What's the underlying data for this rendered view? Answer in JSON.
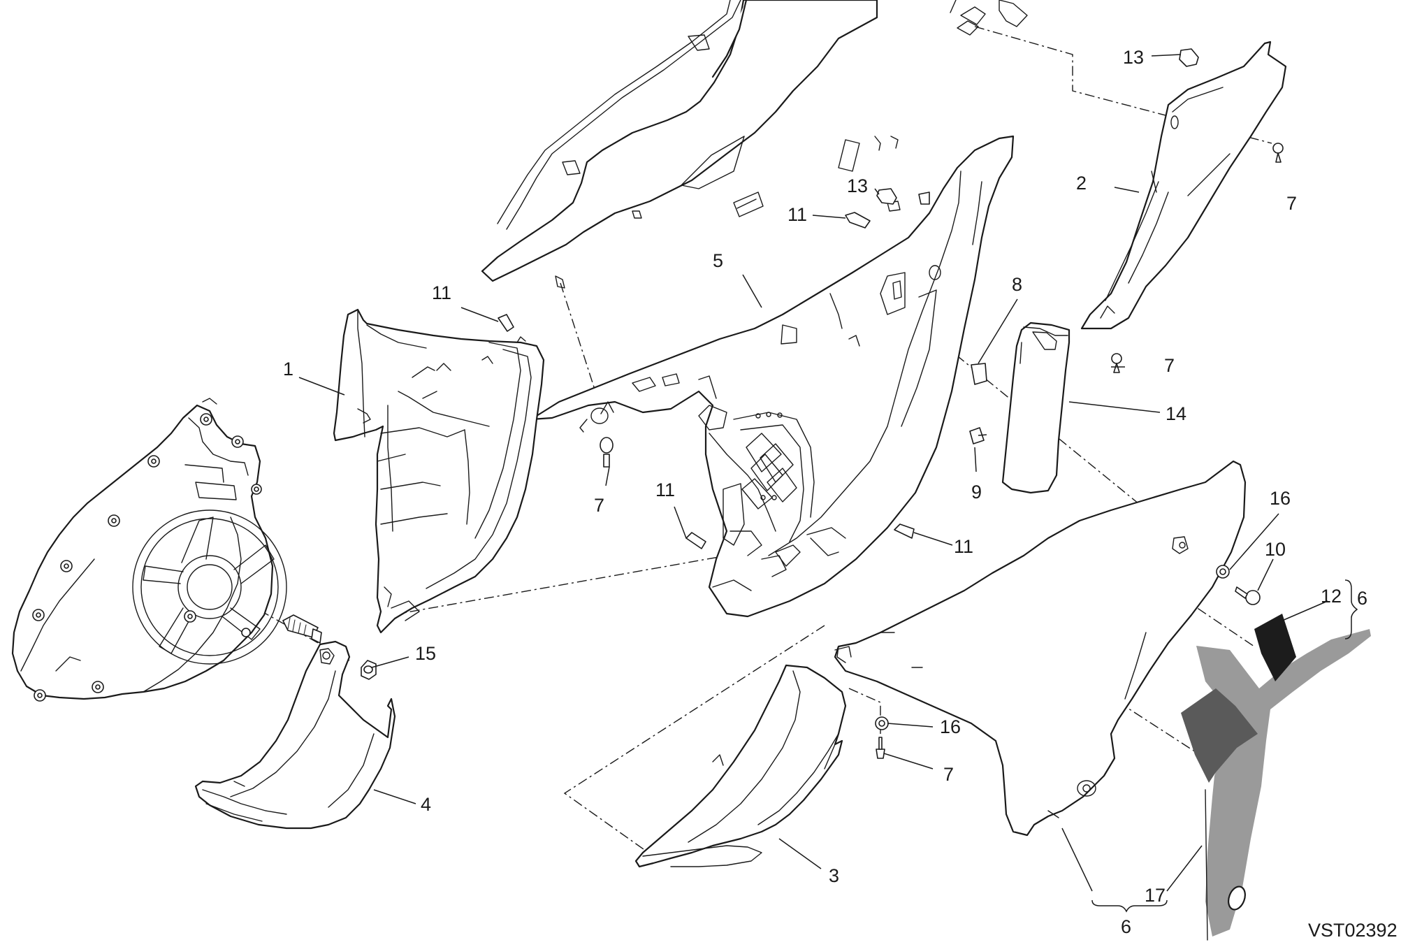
{
  "drawing_code": "VST02392",
  "callouts": {
    "c1": "1",
    "c2": "2",
    "c3": "3",
    "c4": "4",
    "c5": "5",
    "c6a": "6",
    "c6b": "6",
    "c7a": "7",
    "c7b": "7",
    "c7c": "7",
    "c7d": "7",
    "c8": "8",
    "c9": "9",
    "c10": "10",
    "c11a": "11",
    "c11b": "11",
    "c11c": "11",
    "c11d": "11",
    "c12": "12",
    "c13a": "13",
    "c13b": "13",
    "c14": "14",
    "c15": "15",
    "c16a": "16",
    "c16b": "16",
    "c17": "17"
  },
  "colors": {
    "line": "#1a1a1a",
    "sticker_dark": "#1c1c1c",
    "sticker_mid": "#5a5a5a",
    "sticker_light": "#9a9a9a"
  }
}
